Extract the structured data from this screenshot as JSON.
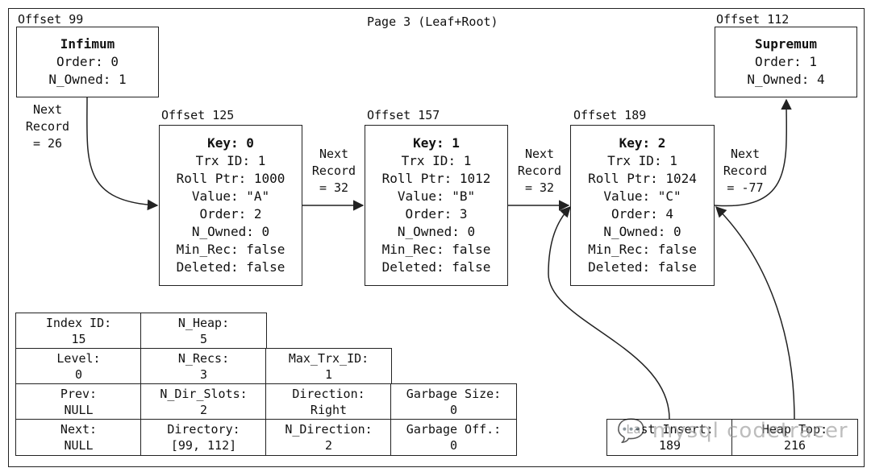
{
  "page_title": "Page 3 (Leaf+Root)",
  "infimum": {
    "offset": "Offset 99",
    "title": "Infimum",
    "order": "Order: 0",
    "n_owned": "N_Owned: 1"
  },
  "supremum": {
    "offset": "Offset 112",
    "title": "Supremum",
    "order": "Order: 1",
    "n_owned": "N_Owned: 4"
  },
  "records": [
    {
      "offset": "Offset 125",
      "key": "Key: 0",
      "trx": "Trx ID: 1",
      "roll": "Roll Ptr: 1000",
      "value": "Value: \"A\"",
      "order": "Order: 2",
      "n_owned": "N_Owned: 0",
      "min_rec": "Min_Rec: false",
      "deleted": "Deleted: false"
    },
    {
      "offset": "Offset 157",
      "key": "Key: 1",
      "trx": "Trx ID: 1",
      "roll": "Roll Ptr: 1012",
      "value": "Value: \"B\"",
      "order": "Order: 3",
      "n_owned": "N_Owned: 0",
      "min_rec": "Min_Rec: false",
      "deleted": "Deleted: false"
    },
    {
      "offset": "Offset 189",
      "key": "Key: 2",
      "trx": "Trx ID: 1",
      "roll": "Roll Ptr: 1024",
      "value": "Value: \"C\"",
      "order": "Order: 4",
      "n_owned": "N_Owned: 0",
      "min_rec": "Min_Rec: false",
      "deleted": "Deleted: false"
    }
  ],
  "next_labels": [
    {
      "l1": "Next",
      "l2": "Record",
      "l3": "= 26"
    },
    {
      "l1": "Next",
      "l2": "Record",
      "l3": "= 32"
    },
    {
      "l1": "Next",
      "l2": "Record",
      "l3": "= 32"
    },
    {
      "l1": "Next",
      "l2": "Record",
      "l3": "= -77"
    }
  ],
  "header": {
    "index_id": {
      "label": "Index ID:",
      "value": "15"
    },
    "n_heap": {
      "label": "N_Heap:",
      "value": "5"
    },
    "level": {
      "label": "Level:",
      "value": "0"
    },
    "n_recs": {
      "label": "N_Recs:",
      "value": "3"
    },
    "max_trx_id": {
      "label": "Max_Trx_ID:",
      "value": "1"
    },
    "prev": {
      "label": "Prev:",
      "value": "NULL"
    },
    "n_dir_slots": {
      "label": "N_Dir_Slots:",
      "value": "2"
    },
    "direction": {
      "label": "Direction:",
      "value": "Right"
    },
    "garbage_size": {
      "label": "Garbage Size:",
      "value": "0"
    },
    "next": {
      "label": "Next:",
      "value": "NULL"
    },
    "directory": {
      "label": "Directory:",
      "value": "[99, 112]"
    },
    "n_direction": {
      "label": "N_Direction:",
      "value": "2"
    },
    "garbage_off": {
      "label": "Garbage Off.:",
      "value": "0"
    },
    "last_insert": {
      "label": "Last Insert:",
      "value": "189"
    },
    "heap_top": {
      "label": "Heap Top:",
      "value": "216"
    }
  },
  "watermark": "mysql codetracer",
  "colors": {
    "stroke": "#222222",
    "watermark": "#9a9a9a"
  }
}
